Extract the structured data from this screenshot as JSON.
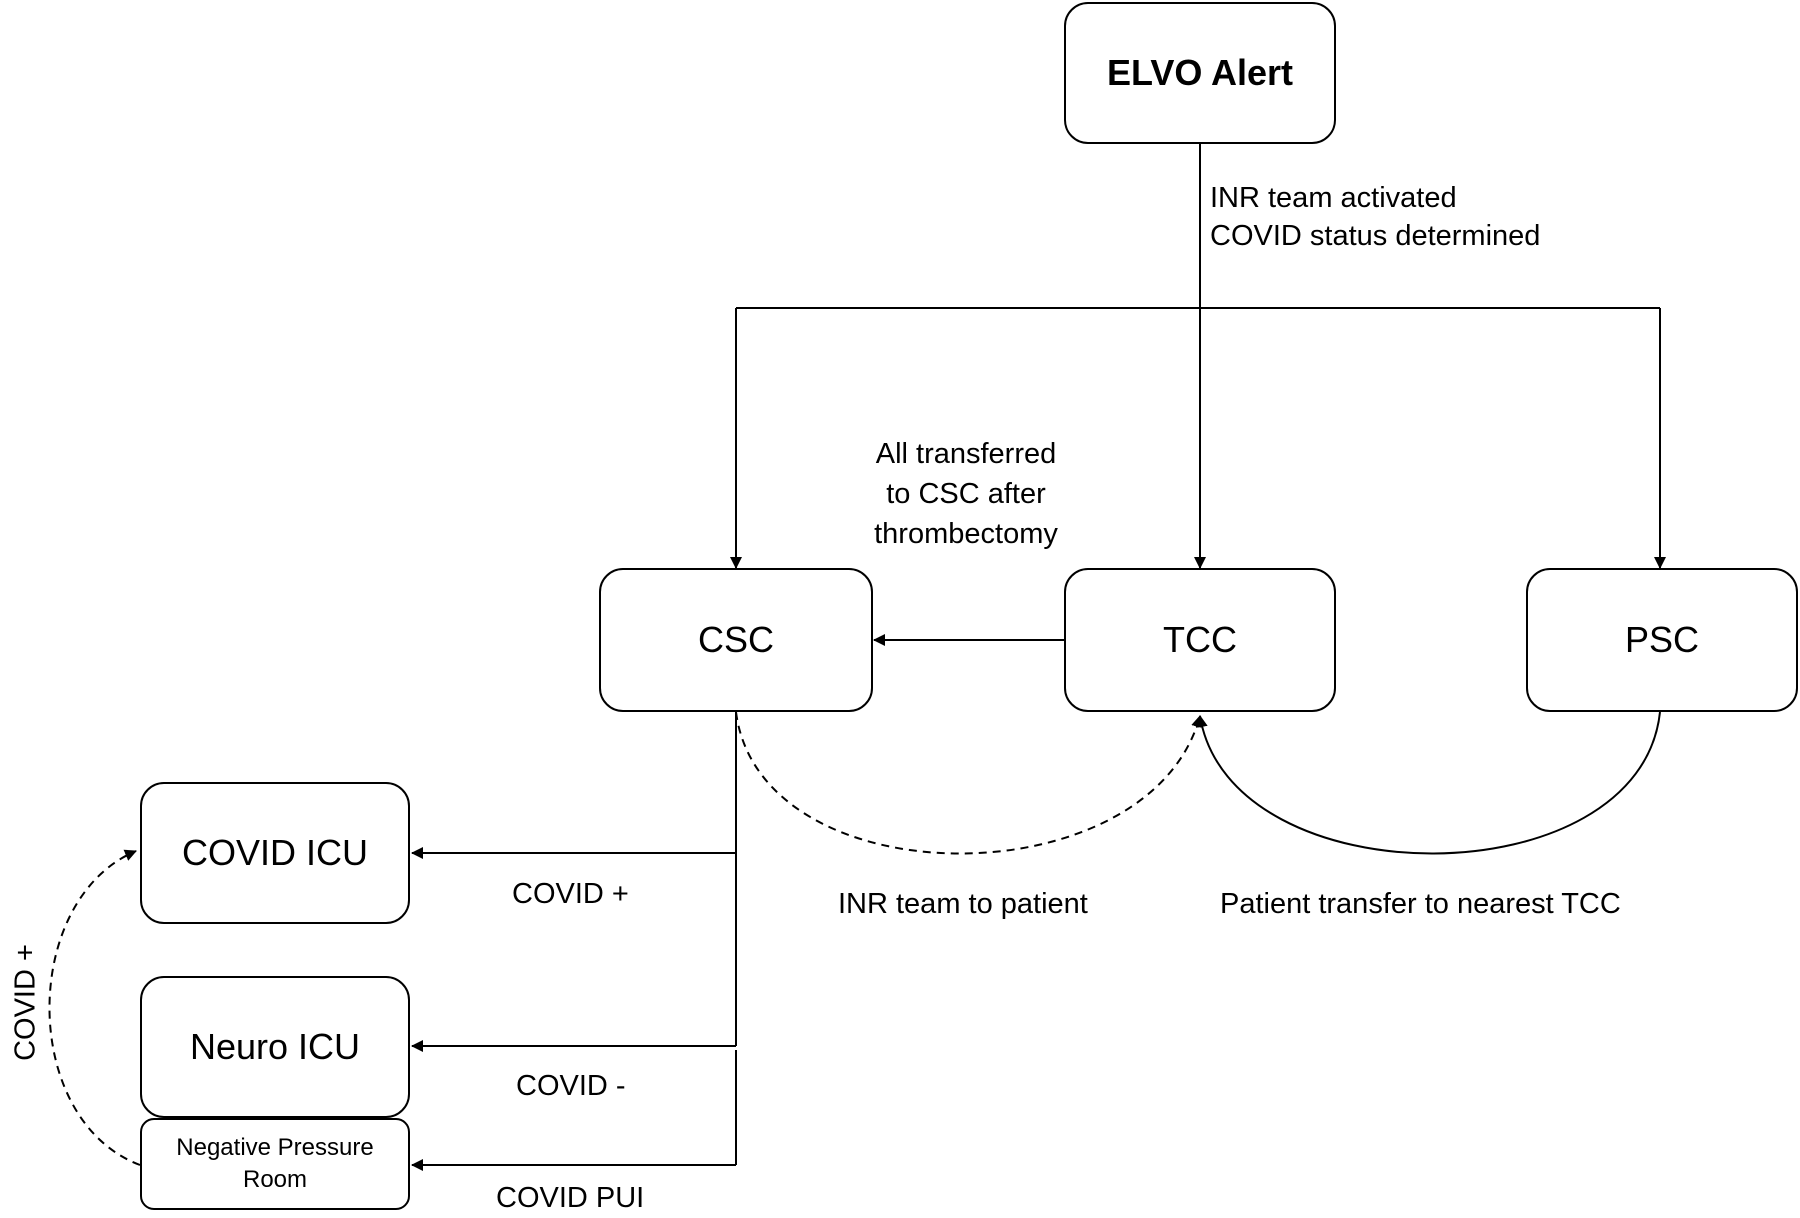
{
  "nodes": {
    "elvo_alert": "ELVO Alert",
    "csc": "CSC",
    "tcc": "TCC",
    "psc": "PSC",
    "covid_icu": "COVID ICU",
    "neuro_icu": "Neuro ICU",
    "negative_pressure_room_line1": "Negative Pressure",
    "negative_pressure_room_line2": "Room"
  },
  "edge_labels": {
    "inr_activated": "INR team activated",
    "covid_status": "COVID status determined",
    "all_transferred_line1": "All transferred",
    "all_transferred_line2": "to CSC after",
    "all_transferred_line3": "thrombectomy",
    "inr_team_to_patient": "INR team to patient",
    "patient_transfer": "Patient transfer to nearest TCC",
    "covid_positive": "COVID +",
    "covid_negative": "COVID -",
    "covid_pui": "COVID PUI",
    "covid_positive_vertical": "COVID +"
  }
}
